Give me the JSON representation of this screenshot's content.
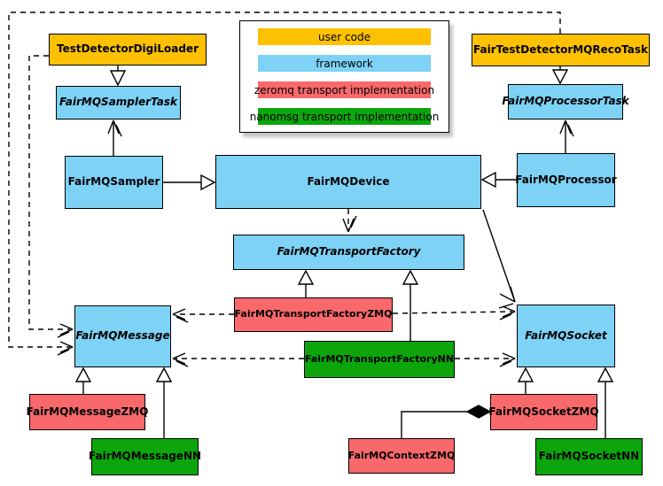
{
  "legend": {
    "items": [
      {
        "label": "user code",
        "color": "#FDC101"
      },
      {
        "label": "framework",
        "color": "#7DD2F6"
      },
      {
        "label": "zeromq transport implementation",
        "color": "#F9696C"
      },
      {
        "label": "nanomsg transport implementation",
        "color": "#0CA60C"
      }
    ]
  },
  "nodes": [
    {
      "label": "TestDetectorDigiLoader",
      "category": "user code",
      "abstract": false
    },
    {
      "label": "FairTestDetectorMQRecoTask",
      "category": "user code",
      "abstract": false
    },
    {
      "label": "FairMQSamplerTask",
      "category": "framework",
      "abstract": true
    },
    {
      "label": "FairMQProcessorTask",
      "category": "framework",
      "abstract": true
    },
    {
      "label": "FairMQSampler",
      "category": "framework",
      "abstract": false
    },
    {
      "label": "FairMQDevice",
      "category": "framework",
      "abstract": false
    },
    {
      "label": "FairMQProcessor",
      "category": "framework",
      "abstract": false
    },
    {
      "label": "FairMQTransportFactory",
      "category": "framework",
      "abstract": true
    },
    {
      "label": "FairMQTransportFactoryZMQ",
      "category": "zeromq transport implementation",
      "abstract": false
    },
    {
      "label": "FairMQTransportFactoryNN",
      "category": "nanomsg transport implementation",
      "abstract": false
    },
    {
      "label": "FairMQMessage",
      "category": "framework",
      "abstract": true
    },
    {
      "label": "FairMQSocket",
      "category": "framework",
      "abstract": true
    },
    {
      "label": "FairMQMessageZMQ",
      "category": "zeromq transport implementation",
      "abstract": false
    },
    {
      "label": "FairMQMessageNN",
      "category": "nanomsg transport implementation",
      "abstract": false
    },
    {
      "label": "FairMQSocketZMQ",
      "category": "zeromq transport implementation",
      "abstract": false
    },
    {
      "label": "FairMQSocketNN",
      "category": "nanomsg transport implementation",
      "abstract": false
    },
    {
      "label": "FairMQContextZMQ",
      "category": "zeromq transport implementation",
      "abstract": false
    }
  ],
  "edges": [
    {
      "from": "TestDetectorDigiLoader",
      "to": "FairMQSamplerTask",
      "type": "inheritance"
    },
    {
      "from": "FairTestDetectorMQRecoTask",
      "to": "FairMQProcessorTask",
      "type": "inheritance"
    },
    {
      "from": "FairMQSampler",
      "to": "FairMQSamplerTask",
      "type": "association"
    },
    {
      "from": "FairMQProcessor",
      "to": "FairMQProcessorTask",
      "type": "association"
    },
    {
      "from": "FairMQSampler",
      "to": "FairMQDevice",
      "type": "inheritance"
    },
    {
      "from": "FairMQProcessor",
      "to": "FairMQDevice",
      "type": "inheritance"
    },
    {
      "from": "FairMQDevice",
      "to": "FairMQTransportFactory",
      "type": "dependency"
    },
    {
      "from": "FairMQDevice",
      "to": "FairMQSocket",
      "type": "association"
    },
    {
      "from": "FairMQTransportFactoryZMQ",
      "to": "FairMQTransportFactory",
      "type": "inheritance"
    },
    {
      "from": "FairMQTransportFactoryNN",
      "to": "FairMQTransportFactory",
      "type": "inheritance"
    },
    {
      "from": "FairMQTransportFactoryZMQ",
      "to": "FairMQMessage",
      "type": "dependency"
    },
    {
      "from": "FairMQTransportFactoryZMQ",
      "to": "FairMQSocket",
      "type": "dependency"
    },
    {
      "from": "FairMQTransportFactoryNN",
      "to": "FairMQMessage",
      "type": "dependency"
    },
    {
      "from": "FairMQTransportFactoryNN",
      "to": "FairMQSocket",
      "type": "dependency"
    },
    {
      "from": "TestDetectorDigiLoader",
      "to": "FairMQMessage",
      "type": "dependency"
    },
    {
      "from": "FairTestDetectorMQRecoTask",
      "to": "FairMQMessage",
      "type": "dependency"
    },
    {
      "from": "FairMQMessageZMQ",
      "to": "FairMQMessage",
      "type": "inheritance"
    },
    {
      "from": "FairMQMessageNN",
      "to": "FairMQMessage",
      "type": "inheritance"
    },
    {
      "from": "FairMQSocketZMQ",
      "to": "FairMQSocket",
      "type": "inheritance"
    },
    {
      "from": "FairMQSocketNN",
      "to": "FairMQSocket",
      "type": "inheritance"
    },
    {
      "from": "FairMQContextZMQ",
      "to": "FairMQSocketZMQ",
      "type": "composition"
    }
  ]
}
